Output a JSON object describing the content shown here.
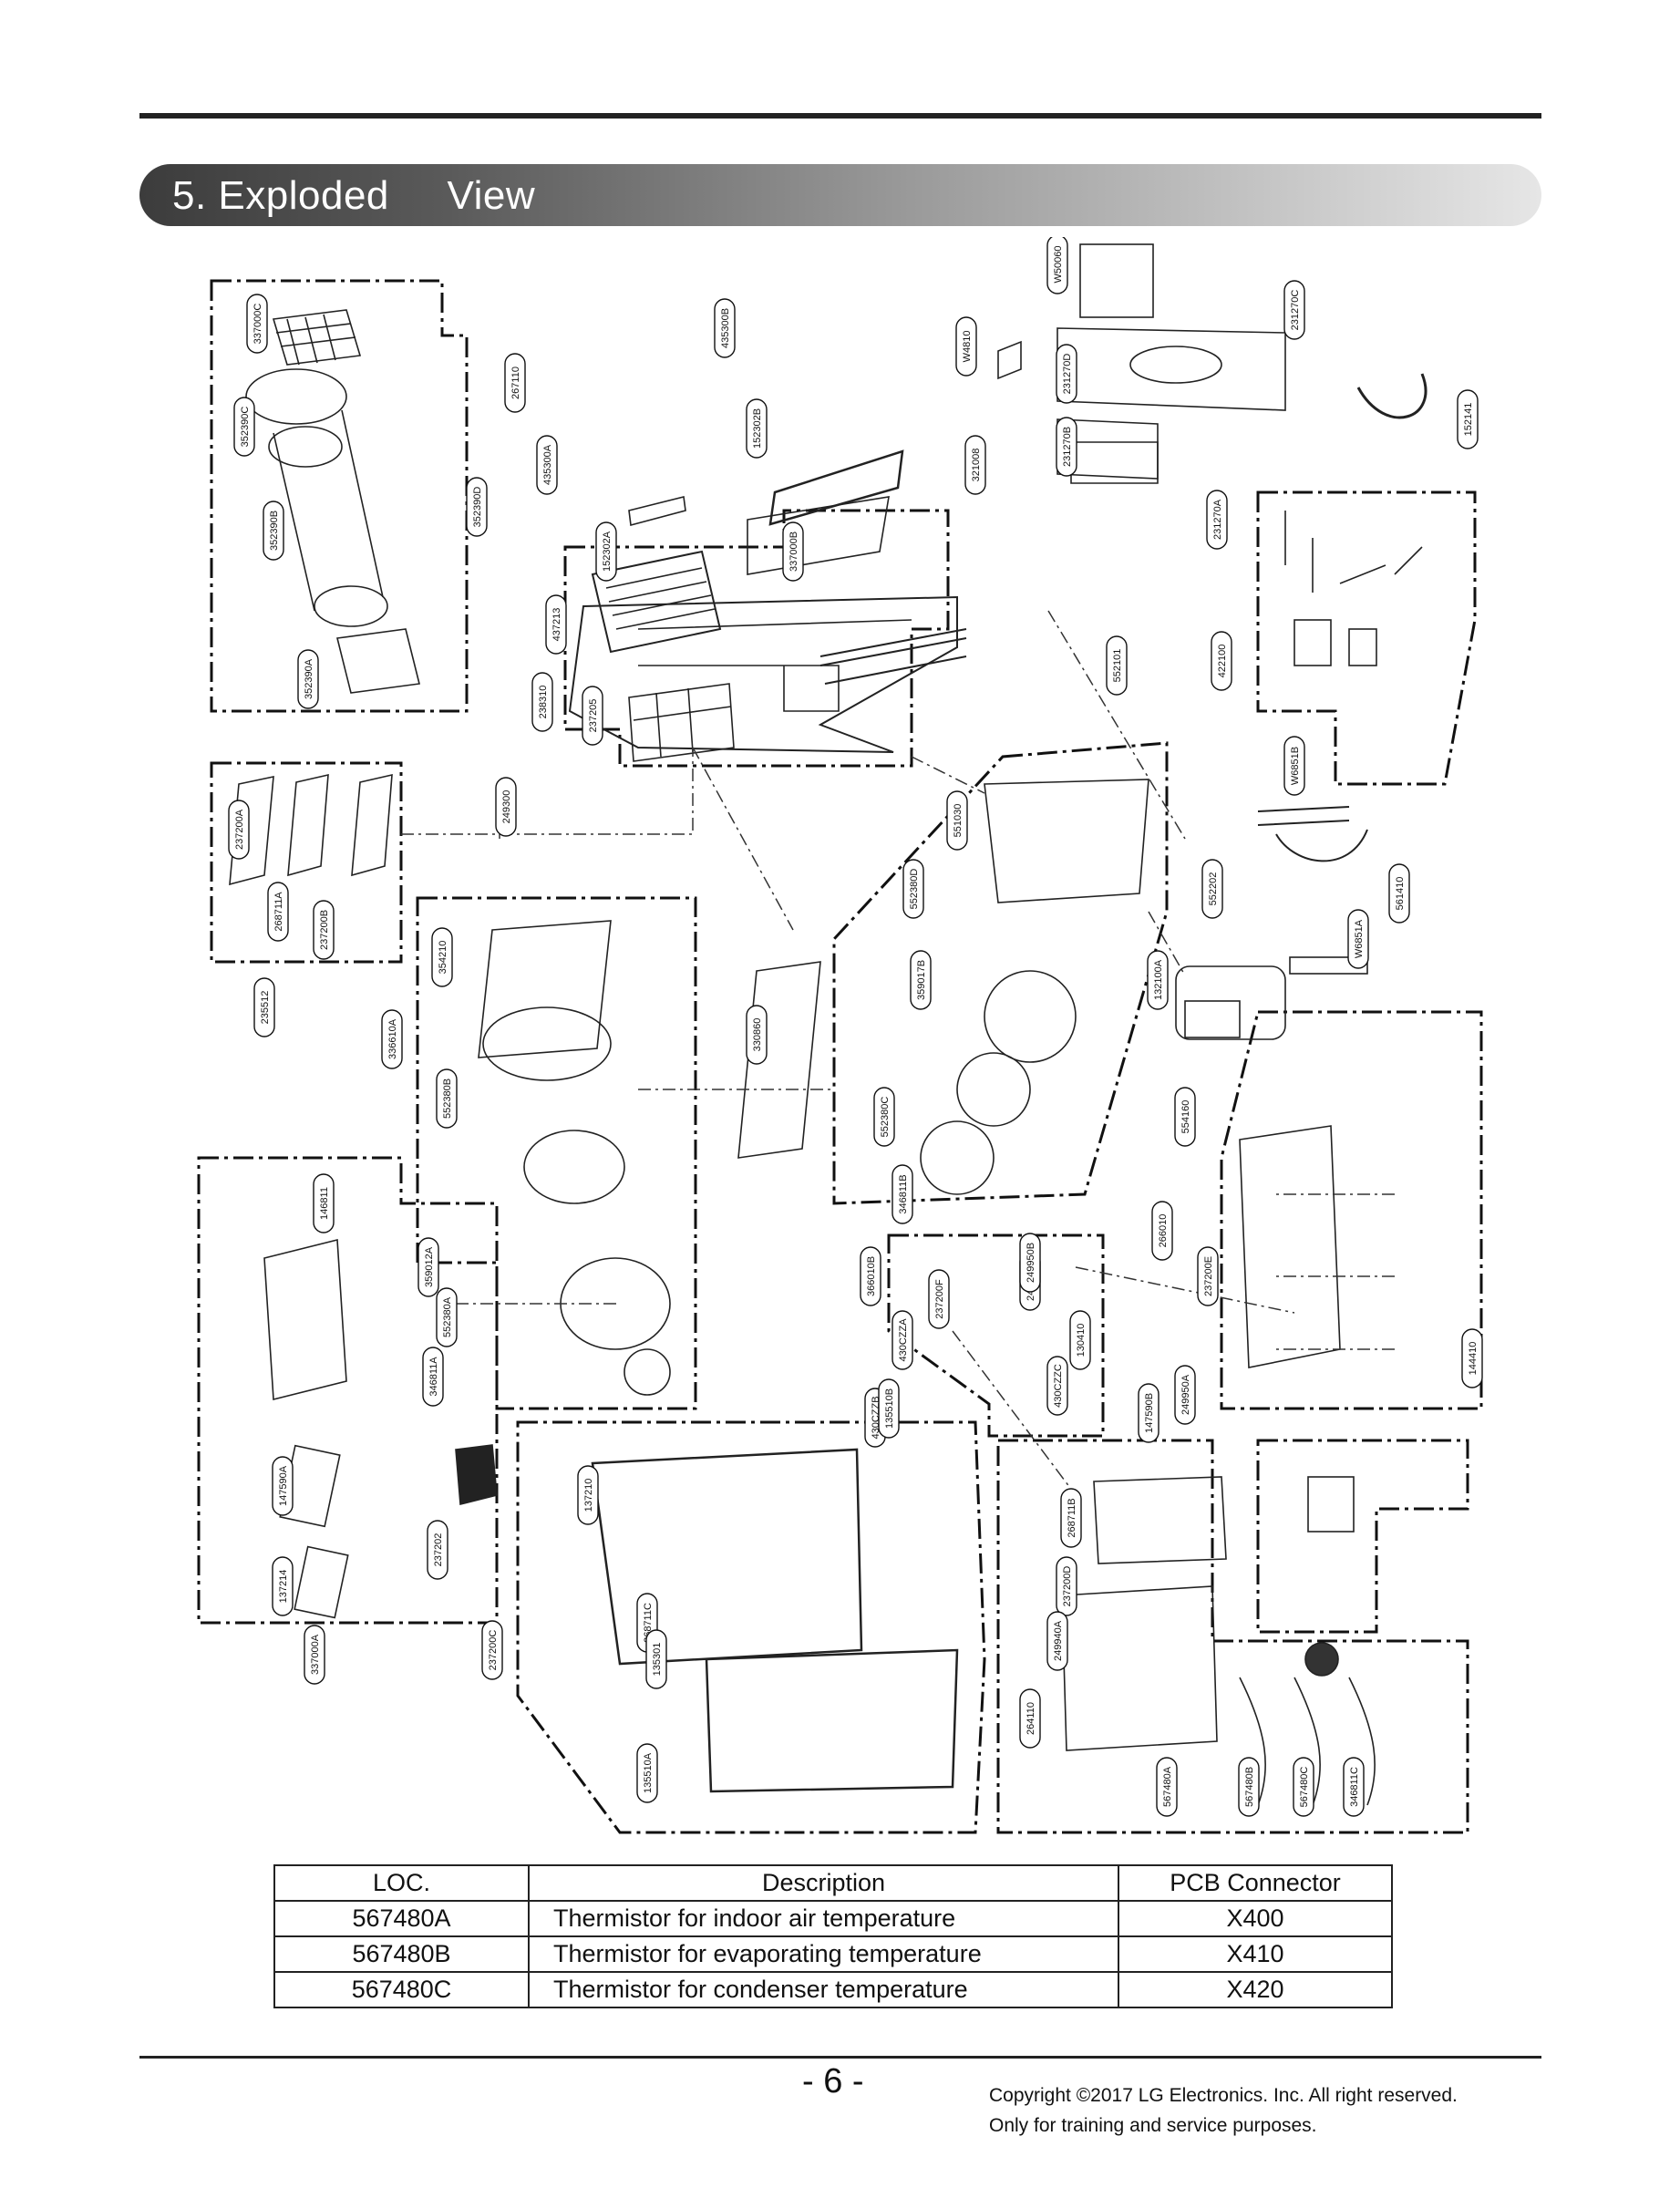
{
  "header": {
    "title": "5. Exploded     View"
  },
  "diagram": {
    "part_tags": [
      "337000C",
      "352390C",
      "352390B",
      "352390A",
      "352390D",
      "267110",
      "435300A",
      "435300B",
      "152302B",
      "152302A",
      "337000B",
      "437213",
      "238310",
      "237205",
      "W50060",
      "W4810",
      "231270D",
      "231270B",
      "231270C",
      "152141",
      "231270A",
      "321008",
      "422100",
      "552101",
      "W6851B",
      "237200A",
      "268711A",
      "237200B",
      "249300",
      "235512",
      "551030",
      "552380D",
      "359017B",
      "552380C",
      "346811B",
      "552202",
      "561410",
      "W6851A",
      "132100A",
      "554160",
      "354210",
      "336610A",
      "552380B",
      "359012A",
      "552380A",
      "346811A",
      "330860",
      "146811",
      "266010",
      "237200E",
      "144410",
      "366010B",
      "249940B",
      "237200F",
      "249950B",
      "430CZZA",
      "430CZZB",
      "135510B",
      "430CZZC",
      "130410",
      "249950A",
      "147590B",
      "147590A",
      "137214",
      "337000A",
      "237202",
      "137210",
      "237200C",
      "268711C",
      "135301",
      "135510A",
      "268711B",
      "237200D",
      "249940A",
      "264110",
      "567480A",
      "567480B",
      "567480C",
      "346811C"
    ]
  },
  "table": {
    "headers": [
      "LOC.",
      "Description",
      "PCB Connector"
    ],
    "rows": [
      {
        "loc": "567480A",
        "desc": "Thermistor for indoor air temperature",
        "pcb": "X400"
      },
      {
        "loc": "567480B",
        "desc": "Thermistor for evaporating temperature",
        "pcb": "X410"
      },
      {
        "loc": "567480C",
        "desc": "Thermistor for condenser temperature",
        "pcb": "X420"
      }
    ]
  },
  "footer": {
    "page_number": "- 6 -",
    "copyright_line1": "Copyright ©2017 LG Electronics. Inc. All right reserved.",
    "copyright_line2": "Only for training and service purposes."
  }
}
